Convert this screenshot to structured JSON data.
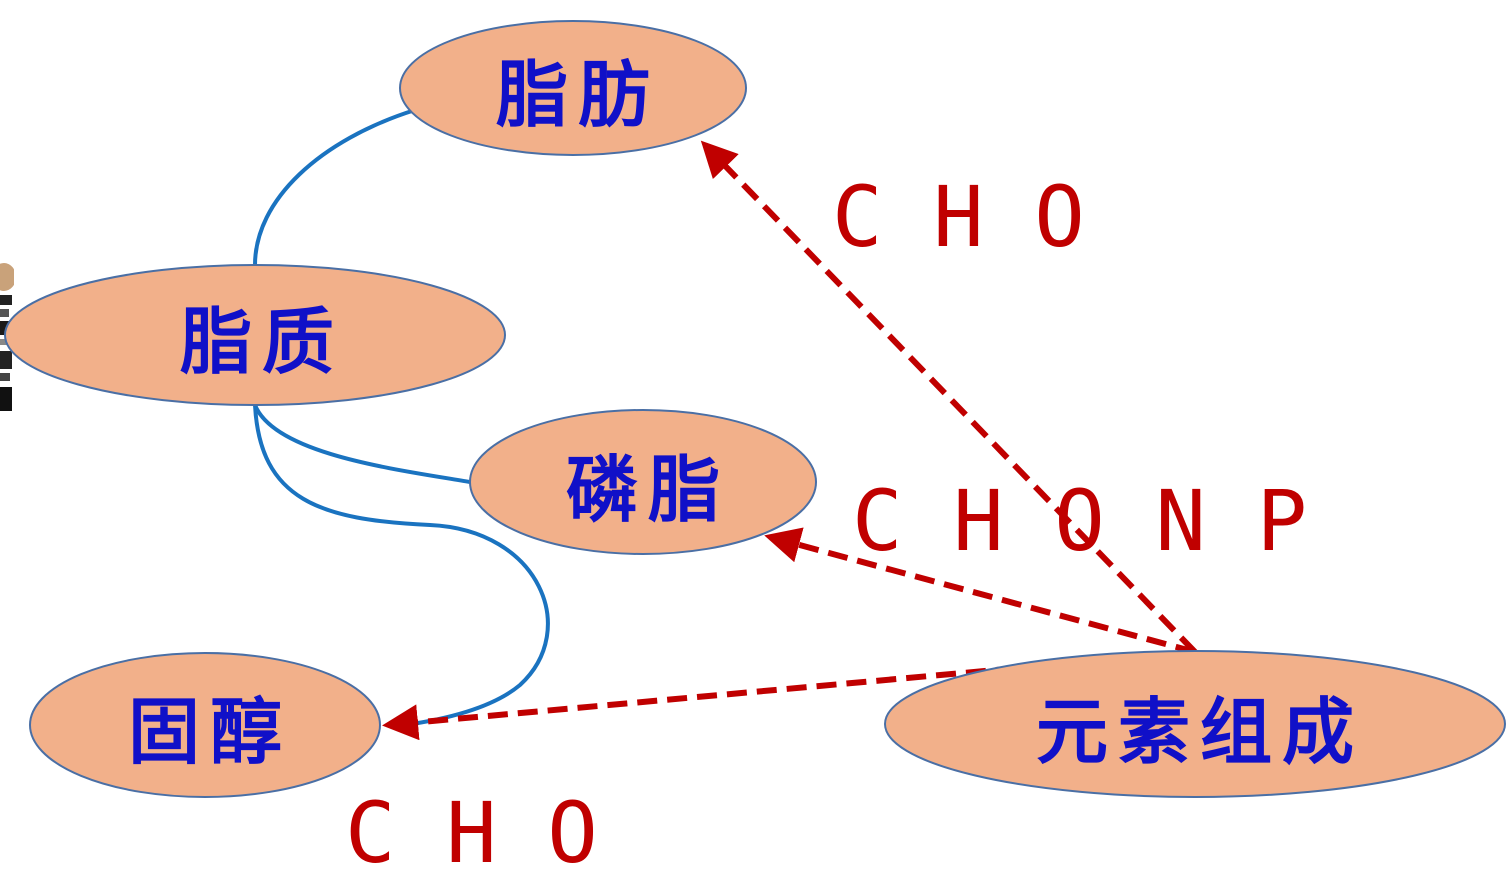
{
  "nodes": {
    "fat": {
      "label": "脂肪"
    },
    "lipid": {
      "label": "脂质"
    },
    "phospholipid": {
      "label": "磷脂"
    },
    "sterol": {
      "label": "固醇"
    },
    "composition": {
      "label": "元素组成"
    }
  },
  "elements": {
    "fat": "C H O",
    "phospholipid": "C H O N P",
    "sterol": "C H O"
  },
  "colors": {
    "node_fill": "#f2b08a",
    "node_text": "#1010c8",
    "branch_line": "#1a73c0",
    "arrow": "#c00000",
    "element_text": "#c00000"
  }
}
